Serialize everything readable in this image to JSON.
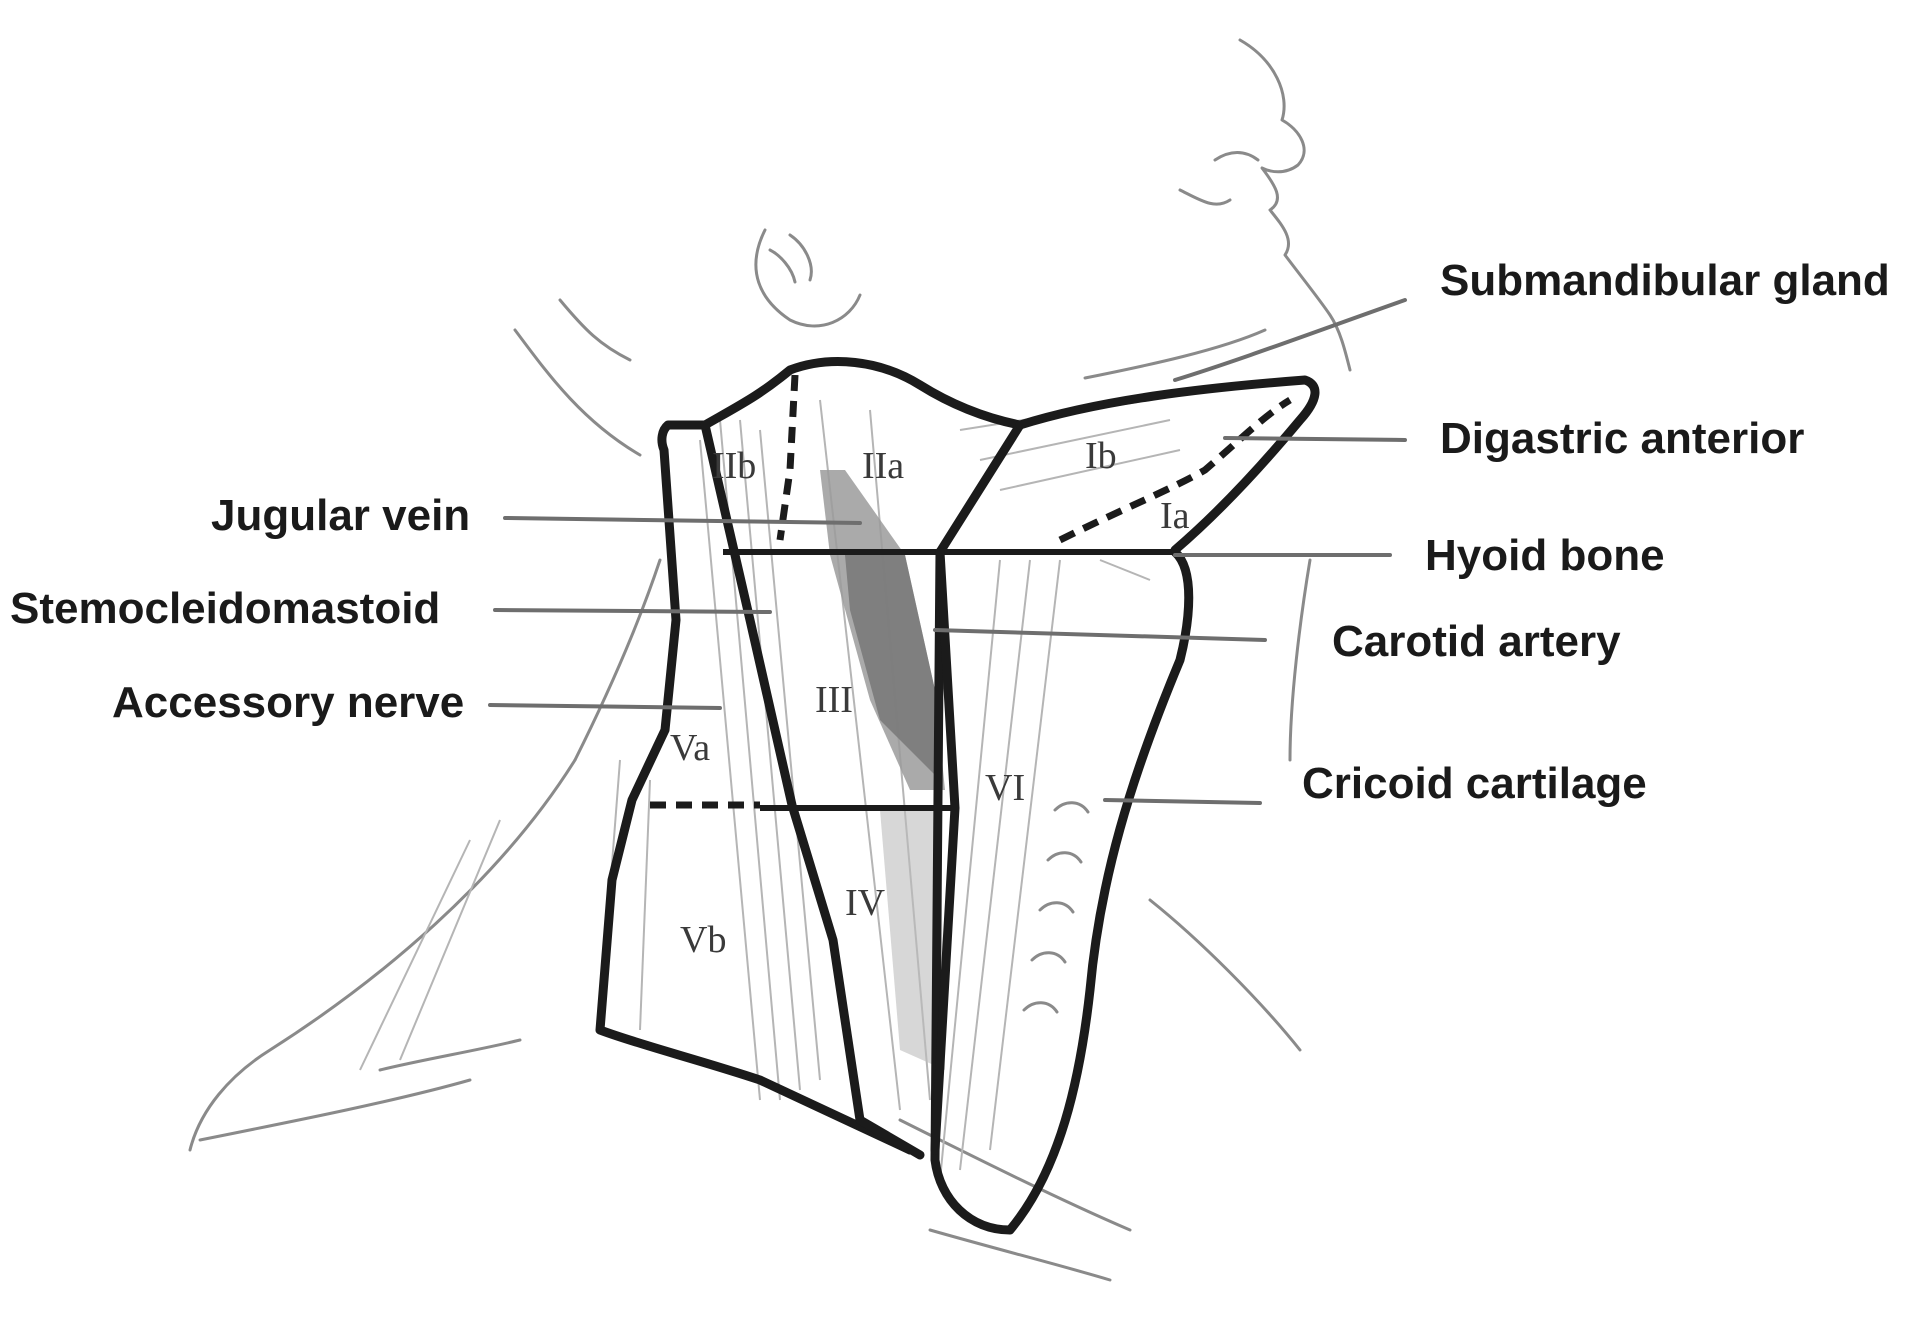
{
  "diagram": {
    "labels": {
      "submandibular_gland": "Submandibular gland",
      "digastric_anterior": "Digastric anterior",
      "jugular_vein": "Jugular vein",
      "hyoid_bone": "Hyoid bone",
      "sternocleidomastoid": "Stemocleidomastoid",
      "carotid_artery": "Carotid artery",
      "accessory_nerve": "Accessory nerve",
      "cricoid_cartilage": "Cricoid cartilage"
    },
    "regions": {
      "IIb": "IIb",
      "IIa": "IIa",
      "Ib": "Ib",
      "Ia": "Ia",
      "III": "III",
      "Va": "Va",
      "VI": "VI",
      "IV": "IV",
      "Vb": "Vb"
    },
    "colors": {
      "boundary": "#1b1b1b",
      "leader": "#6e6e6e",
      "vessel": "#7a7a7a",
      "muscle_fibre": "#b5b5b5"
    }
  }
}
